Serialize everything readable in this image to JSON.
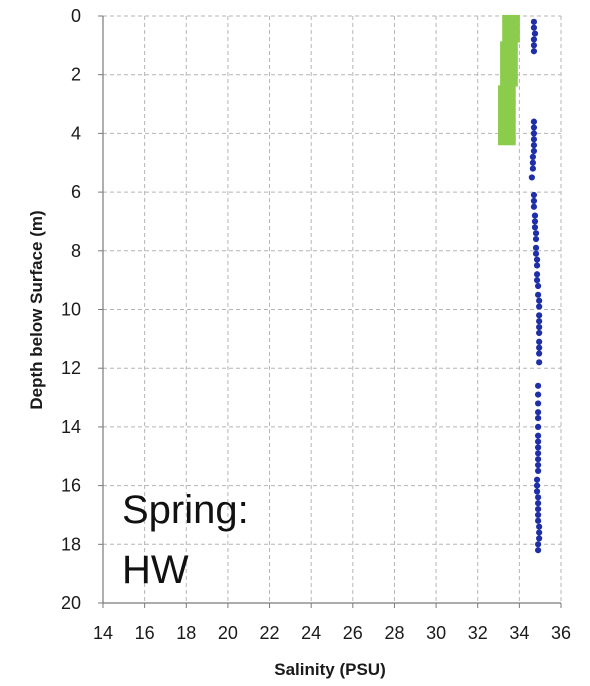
{
  "chart_data": {
    "type": "scatter",
    "xlabel": "Salinity (PSU)",
    "ylabel": "Depth below Surface (m)",
    "xlim": [
      14,
      36
    ],
    "ylim": [
      0,
      20
    ],
    "y_inverted": true,
    "x_ticks": [
      14,
      16,
      18,
      20,
      22,
      24,
      26,
      28,
      30,
      32,
      34,
      36
    ],
    "y_ticks": [
      0,
      2,
      4,
      6,
      8,
      10,
      12,
      14,
      16,
      18,
      20
    ],
    "grid": true,
    "grid_style": "dashed",
    "annotation": [
      "Spring:",
      "HW"
    ],
    "colors": {
      "blue_series": "#1f2fa8",
      "green_series": "#8ccc4c",
      "grid": "#b5b5b5",
      "axis": "#7a7a7a"
    },
    "series": [
      {
        "marker": "bar",
        "color": "#8ccc4c",
        "points": [
          {
            "x": 33.6,
            "y": 0.1
          },
          {
            "x": 33.6,
            "y": 0.4
          },
          {
            "x": 33.6,
            "y": 0.7
          },
          {
            "x": 33.5,
            "y": 1.0
          },
          {
            "x": 33.5,
            "y": 1.3
          },
          {
            "x": 33.5,
            "y": 1.6
          },
          {
            "x": 33.5,
            "y": 1.9
          },
          {
            "x": 33.5,
            "y": 2.2
          },
          {
            "x": 33.4,
            "y": 2.5
          },
          {
            "x": 33.4,
            "y": 2.8
          },
          {
            "x": 33.4,
            "y": 3.1
          },
          {
            "x": 33.4,
            "y": 3.4
          },
          {
            "x": 33.4,
            "y": 3.7
          },
          {
            "x": 33.4,
            "y": 4.0
          },
          {
            "x": 33.4,
            "y": 4.2
          }
        ]
      },
      {
        "marker": "dot",
        "color": "#1f2fa8",
        "points": [
          {
            "x": 34.7,
            "y": 0.2
          },
          {
            "x": 34.7,
            "y": 0.4
          },
          {
            "x": 34.75,
            "y": 0.6
          },
          {
            "x": 34.7,
            "y": 0.8
          },
          {
            "x": 34.7,
            "y": 1.0
          },
          {
            "x": 34.7,
            "y": 1.2
          },
          {
            "x": 34.7,
            "y": 3.6
          },
          {
            "x": 34.7,
            "y": 3.8
          },
          {
            "x": 34.7,
            "y": 4.0
          },
          {
            "x": 34.7,
            "y": 4.2
          },
          {
            "x": 34.7,
            "y": 4.4
          },
          {
            "x": 34.7,
            "y": 4.6
          },
          {
            "x": 34.65,
            "y": 4.8
          },
          {
            "x": 34.65,
            "y": 5.0
          },
          {
            "x": 34.65,
            "y": 5.2
          },
          {
            "x": 34.6,
            "y": 5.5
          },
          {
            "x": 34.7,
            "y": 6.1
          },
          {
            "x": 34.7,
            "y": 6.3
          },
          {
            "x": 34.7,
            "y": 6.5
          },
          {
            "x": 34.75,
            "y": 6.8
          },
          {
            "x": 34.75,
            "y": 7.0
          },
          {
            "x": 34.75,
            "y": 7.2
          },
          {
            "x": 34.8,
            "y": 7.4
          },
          {
            "x": 34.8,
            "y": 7.6
          },
          {
            "x": 34.8,
            "y": 7.9
          },
          {
            "x": 34.8,
            "y": 8.1
          },
          {
            "x": 34.85,
            "y": 8.3
          },
          {
            "x": 34.85,
            "y": 8.5
          },
          {
            "x": 34.85,
            "y": 8.8
          },
          {
            "x": 34.85,
            "y": 9.0
          },
          {
            "x": 34.9,
            "y": 9.2
          },
          {
            "x": 34.9,
            "y": 9.5
          },
          {
            "x": 34.95,
            "y": 9.7
          },
          {
            "x": 34.95,
            "y": 9.9
          },
          {
            "x": 34.95,
            "y": 10.2
          },
          {
            "x": 34.95,
            "y": 10.4
          },
          {
            "x": 34.95,
            "y": 10.6
          },
          {
            "x": 34.95,
            "y": 10.8
          },
          {
            "x": 34.95,
            "y": 11.1
          },
          {
            "x": 34.95,
            "y": 11.3
          },
          {
            "x": 34.95,
            "y": 11.5
          },
          {
            "x": 34.95,
            "y": 11.8
          },
          {
            "x": 34.9,
            "y": 12.6
          },
          {
            "x": 34.9,
            "y": 12.9
          },
          {
            "x": 34.9,
            "y": 13.2
          },
          {
            "x": 34.9,
            "y": 13.5
          },
          {
            "x": 34.9,
            "y": 13.7
          },
          {
            "x": 34.9,
            "y": 14.0
          },
          {
            "x": 34.9,
            "y": 14.3
          },
          {
            "x": 34.9,
            "y": 14.5
          },
          {
            "x": 34.9,
            "y": 14.7
          },
          {
            "x": 34.9,
            "y": 14.9
          },
          {
            "x": 34.9,
            "y": 15.1
          },
          {
            "x": 34.9,
            "y": 15.3
          },
          {
            "x": 34.9,
            "y": 15.5
          },
          {
            "x": 34.85,
            "y": 15.8
          },
          {
            "x": 34.85,
            "y": 16.0
          },
          {
            "x": 34.85,
            "y": 16.2
          },
          {
            "x": 34.9,
            "y": 16.4
          },
          {
            "x": 34.9,
            "y": 16.6
          },
          {
            "x": 34.9,
            "y": 16.8
          },
          {
            "x": 34.9,
            "y": 17.0
          },
          {
            "x": 34.9,
            "y": 17.2
          },
          {
            "x": 34.95,
            "y": 17.4
          },
          {
            "x": 34.95,
            "y": 17.6
          },
          {
            "x": 34.95,
            "y": 17.8
          },
          {
            "x": 34.9,
            "y": 18.0
          },
          {
            "x": 34.9,
            "y": 18.2
          }
        ]
      }
    ]
  }
}
